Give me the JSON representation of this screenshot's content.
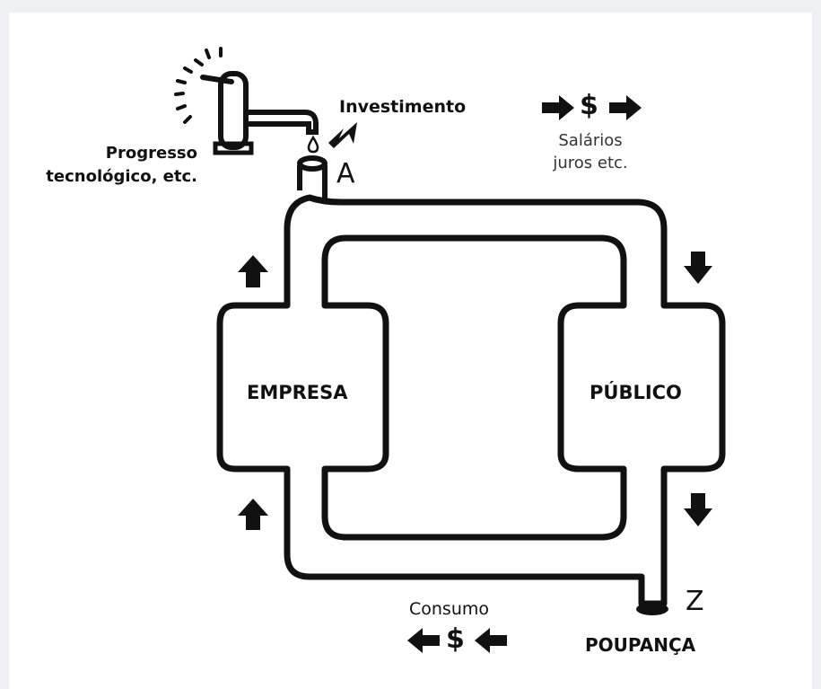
{
  "labels": {
    "investimento": "Investimento",
    "progresso": [
      "Progresso",
      "tecnológico, etc."
    ],
    "salarios": [
      "Salários",
      "juros etc."
    ],
    "consumo": "Consumo",
    "empresa": "EMPRESA",
    "publico": "PÚBLICO",
    "poupanca": "POUPANÇA",
    "point_a": "A",
    "point_z": "Z",
    "dollar": "$"
  },
  "colors": {
    "line": "#111111",
    "background": "#ffffff",
    "frame": "#eef0f2",
    "muted_text": "#333333"
  },
  "icons": [
    "faucet-icon",
    "water-drop-icon",
    "arrow-right-icon",
    "arrow-left-icon",
    "arrow-up-icon",
    "arrow-down-icon",
    "dollar-icon",
    "drain-icon"
  ]
}
